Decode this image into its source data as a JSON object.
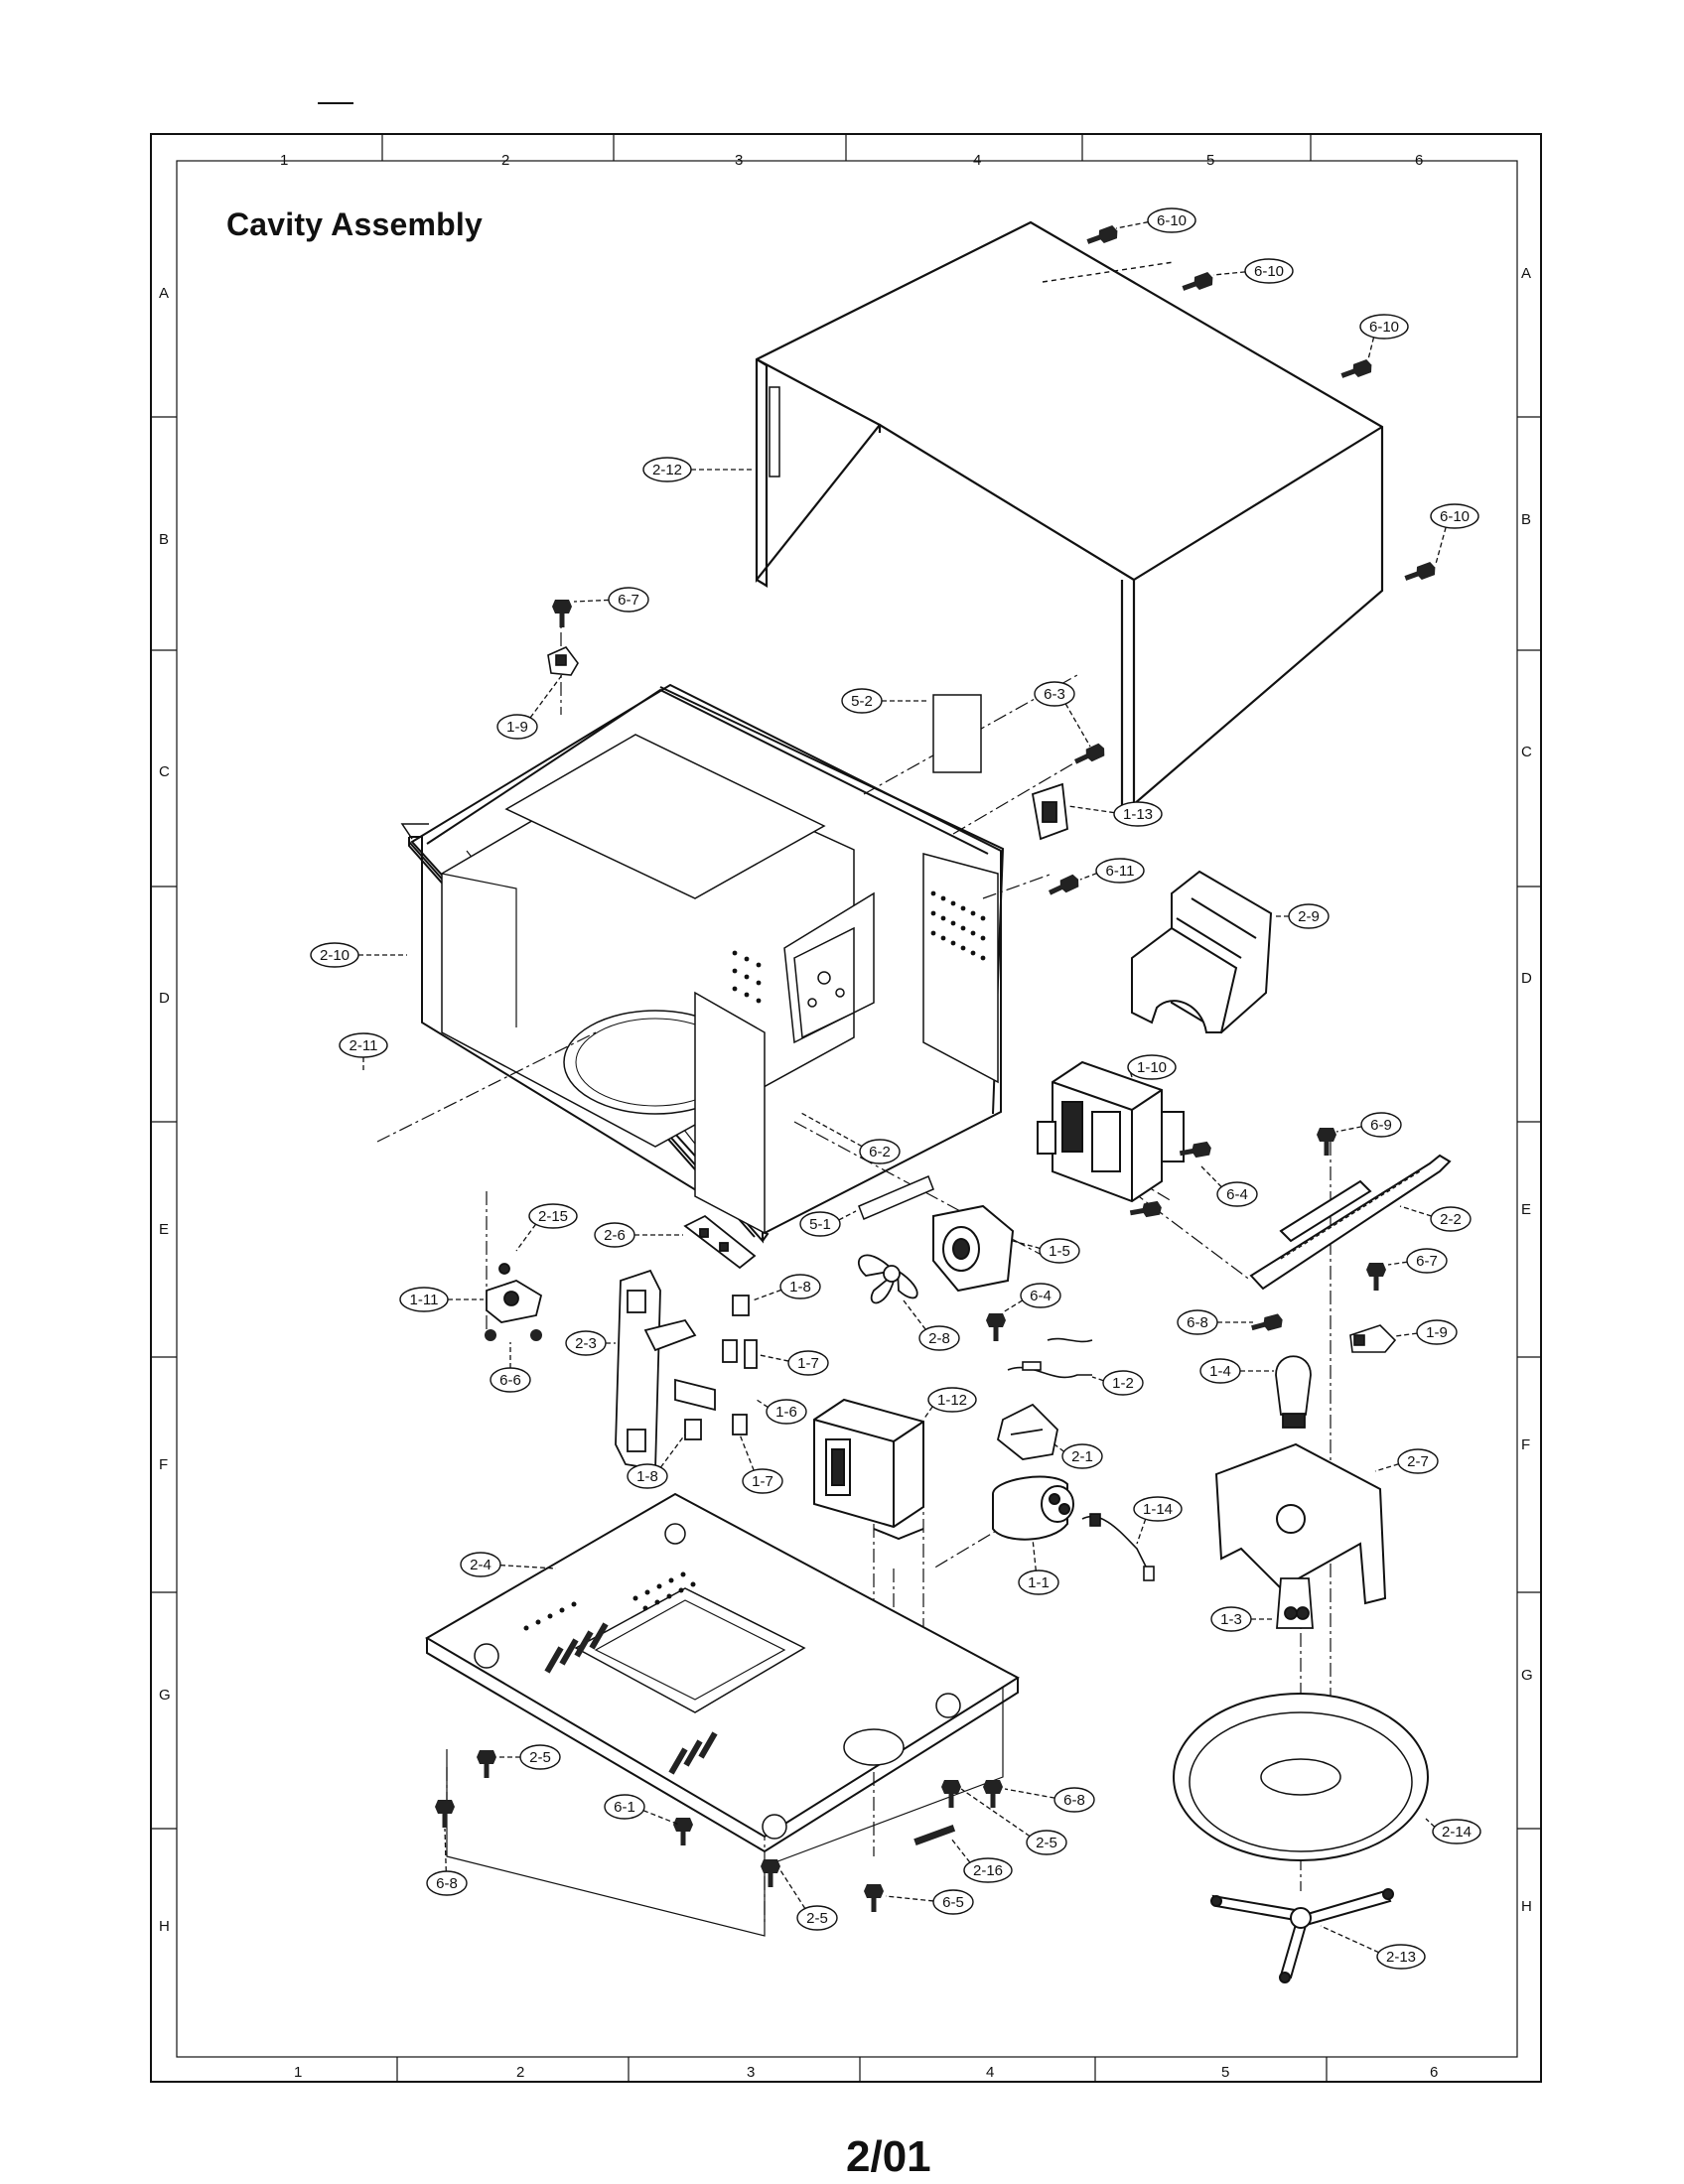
{
  "title": "Cavity Assembly",
  "page_number": "2/01",
  "grid": {
    "columns": [
      "1",
      "2",
      "3",
      "4",
      "5",
      "6"
    ],
    "rows": [
      "A",
      "B",
      "C",
      "D",
      "E",
      "F",
      "G",
      "H"
    ]
  },
  "parts": [
    {
      "id": "6-10a",
      "label": "6-10"
    },
    {
      "id": "6-10b",
      "label": "6-10"
    },
    {
      "id": "6-10c",
      "label": "6-10"
    },
    {
      "id": "6-10d",
      "label": "6-10"
    },
    {
      "id": "2-12",
      "label": "2-12"
    },
    {
      "id": "6-7a",
      "label": "6-7"
    },
    {
      "id": "1-9a",
      "label": "1-9"
    },
    {
      "id": "5-2",
      "label": "5-2"
    },
    {
      "id": "6-3",
      "label": "6-3"
    },
    {
      "id": "1-13",
      "label": "1-13"
    },
    {
      "id": "6-11",
      "label": "6-11"
    },
    {
      "id": "2-9",
      "label": "2-9"
    },
    {
      "id": "2-10",
      "label": "2-10"
    },
    {
      "id": "1-10",
      "label": "1-10"
    },
    {
      "id": "2-11",
      "label": "2-11"
    },
    {
      "id": "6-2",
      "label": "6-2"
    },
    {
      "id": "6-9",
      "label": "6-9"
    },
    {
      "id": "6-4a",
      "label": "6-4"
    },
    {
      "id": "2-2",
      "label": "2-2"
    },
    {
      "id": "2-15",
      "label": "2-15"
    },
    {
      "id": "2-6",
      "label": "2-6"
    },
    {
      "id": "5-1",
      "label": "5-1"
    },
    {
      "id": "1-5",
      "label": "1-5"
    },
    {
      "id": "6-7b",
      "label": "6-7"
    },
    {
      "id": "1-11",
      "label": "1-11"
    },
    {
      "id": "1-8a",
      "label": "1-8"
    },
    {
      "id": "6-4b",
      "label": "6-4"
    },
    {
      "id": "6-8a",
      "label": "6-8"
    },
    {
      "id": "1-9b",
      "label": "1-9"
    },
    {
      "id": "2-3",
      "label": "2-3"
    },
    {
      "id": "1-7a",
      "label": "1-7"
    },
    {
      "id": "2-8",
      "label": "2-8"
    },
    {
      "id": "6-6",
      "label": "6-6"
    },
    {
      "id": "1-4",
      "label": "1-4"
    },
    {
      "id": "1-2",
      "label": "1-2"
    },
    {
      "id": "1-6",
      "label": "1-6"
    },
    {
      "id": "1-12",
      "label": "1-12"
    },
    {
      "id": "2-1",
      "label": "2-1"
    },
    {
      "id": "2-7",
      "label": "2-7"
    },
    {
      "id": "1-8b",
      "label": "1-8"
    },
    {
      "id": "1-7b",
      "label": "1-7"
    },
    {
      "id": "1-14",
      "label": "1-14"
    },
    {
      "id": "2-4",
      "label": "2-4"
    },
    {
      "id": "1-1",
      "label": "1-1"
    },
    {
      "id": "1-3",
      "label": "1-3"
    },
    {
      "id": "2-5a",
      "label": "2-5"
    },
    {
      "id": "6-1",
      "label": "6-1"
    },
    {
      "id": "6-8b",
      "label": "6-8"
    },
    {
      "id": "2-5b",
      "label": "2-5"
    },
    {
      "id": "2-14",
      "label": "2-14"
    },
    {
      "id": "2-16",
      "label": "2-16"
    },
    {
      "id": "6-8c",
      "label": "6-8"
    },
    {
      "id": "2-5c",
      "label": "2-5"
    },
    {
      "id": "6-5",
      "label": "6-5"
    },
    {
      "id": "2-13",
      "label": "2-13"
    }
  ]
}
